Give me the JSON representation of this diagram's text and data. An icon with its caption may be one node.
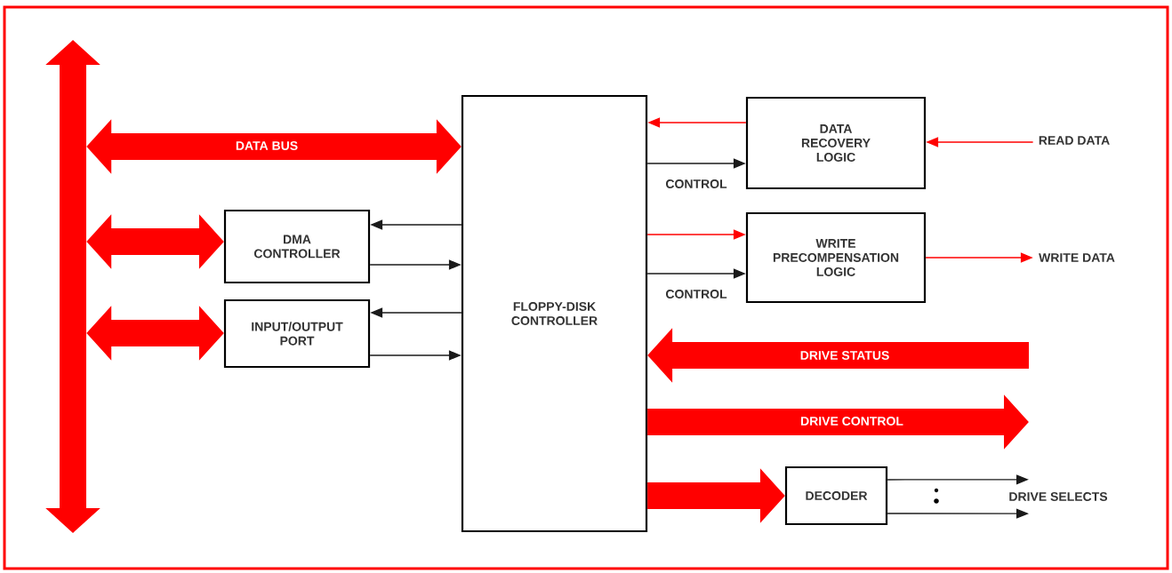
{
  "diagram": {
    "nodes": [
      {
        "text": [],
        "shape": "bar"
      },
      {
        "text": [
          "FLOPPY-DISK CONTROLLER"
        ]
      },
      {
        "text": [
          "DMA CONTROLLER"
        ]
      },
      {
        "text": [
          "INPUT/OUTPUT PORT"
        ]
      },
      {
        "text": [
          "DATA RECOVERY LOGIC"
        ]
      },
      {
        "text": [
          "WRITE PRECOMPENSATION LOGIC"
        ]
      },
      {
        "text": [
          "DECODER"
        ]
      },
      {
        "text": [
          "READ DATA"
        ]
      },
      {
        "text": [
          "WRITE DATA"
        ]
      },
      {
        "text": [
          "DRIVE SELECTS"
        ]
      }
    ],
    "edges": [
      {
        "from": 0,
        "to": 1,
        "arrow": "both",
        "style": "thick",
        "label": "DATA BUS"
      },
      {
        "from": 0,
        "to": 2,
        "arrow": "both",
        "style": "thick"
      },
      {
        "from": 0,
        "to": 3,
        "arrow": "both",
        "style": "thick"
      },
      {
        "from": 1,
        "to": 2,
        "arrow": "to",
        "color": "#1a1a1a"
      },
      {
        "from": 2,
        "to": 1,
        "arrow": "to",
        "color": "#1a1a1a"
      },
      {
        "from": 1,
        "to": 3,
        "arrow": "to",
        "color": "#1a1a1a"
      },
      {
        "from": 3,
        "to": 1,
        "arrow": "to",
        "color": "#1a1a1a"
      },
      {
        "from": 4,
        "to": 1,
        "arrow": "to"
      },
      {
        "from": 1,
        "to": 4,
        "arrow": "to",
        "color": "#1a1a1a",
        "label": "CONTROL"
      },
      {
        "from": 1,
        "to": 5,
        "arrow": "to"
      },
      {
        "from": 1,
        "to": 5,
        "arrow": "to",
        "color": "#1a1a1a",
        "label": "CONTROL"
      },
      {
        "from": 7,
        "to": 4,
        "arrow": "to"
      },
      {
        "from": 5,
        "to": 8,
        "arrow": "to"
      },
      {
        "from": null,
        "to": 1,
        "arrow": "to",
        "style": "thick",
        "label": "DRIVE STATUS"
      },
      {
        "from": 1,
        "to": null,
        "arrow": "to",
        "style": "thick",
        "label": "DRIVE CONTROL"
      },
      {
        "from": 1,
        "to": 6,
        "arrow": "to",
        "style": "thick"
      },
      {
        "from": 6,
        "to": 9,
        "arrow": "to",
        "color": "#1a1a1a"
      },
      {
        "from": 6,
        "to": 9,
        "arrow": "to",
        "color": "#1a1a1a"
      }
    ]
  }
}
